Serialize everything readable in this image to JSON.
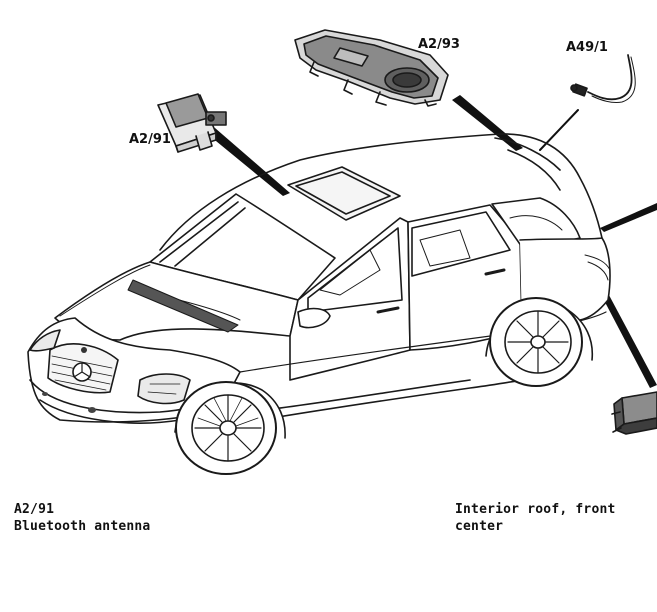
{
  "callouts": {
    "a2_91": "A2/91",
    "a2_93": "A2/93",
    "a49_1": "A49/1"
  },
  "caption": {
    "code": "A2/91",
    "name": "Bluetooth antenna",
    "location": "Interior roof, front center"
  },
  "icons": [
    "car-illustration",
    "bluetooth-antenna-module",
    "roof-control-module",
    "wiring-connector",
    "control-unit-box"
  ]
}
